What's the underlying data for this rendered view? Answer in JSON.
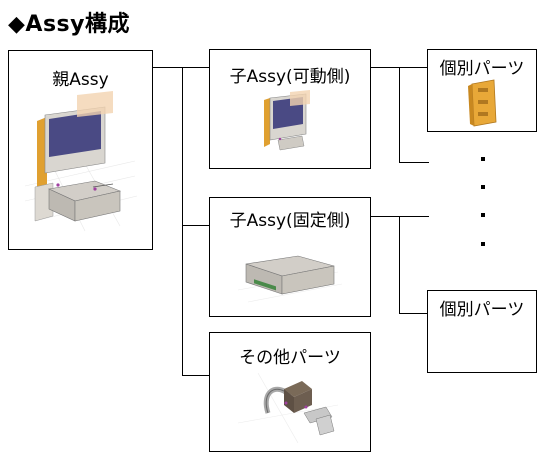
{
  "title": "◆Assy構成",
  "boxes": {
    "parent": {
      "label": "親Assy"
    },
    "child_movable": {
      "label": "子Assy(可動側)"
    },
    "child_fixed": {
      "label": "子Assy(固定側)"
    },
    "other_parts": {
      "label": "その他パーツ"
    },
    "parts_top": {
      "label": "個別パーツ"
    },
    "parts_bottom": {
      "label": "個別パーツ"
    }
  },
  "colors": {
    "screen_blue": "#4a4a84",
    "frame_gold": "#e0a030",
    "case_gray": "#c8c4bc",
    "part_orange": "#e8a838"
  }
}
